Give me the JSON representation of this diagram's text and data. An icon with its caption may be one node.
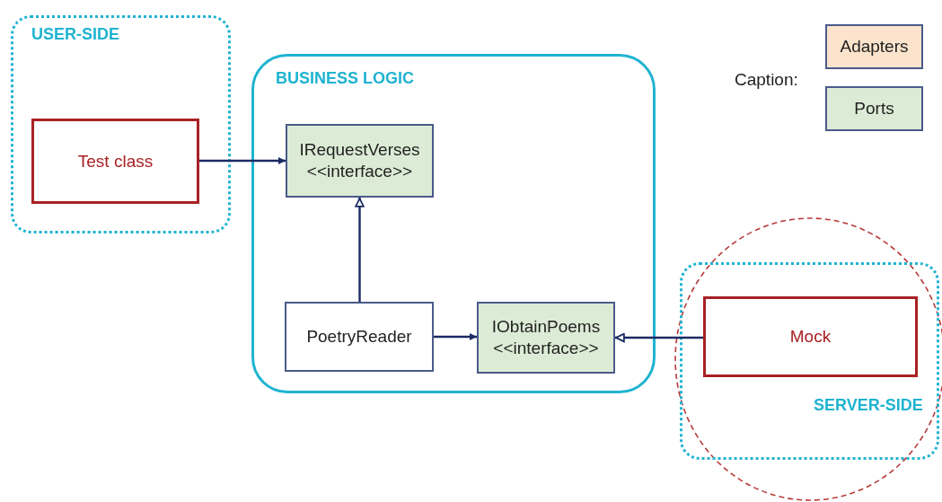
{
  "diagram": {
    "nodes": [
      {
        "text": [
          "USER-SIDE"
        ]
      },
      {
        "text": [
          "Test class"
        ],
        "in": 0
      },
      {
        "text": [
          "BUSINESS LOGIC"
        ]
      },
      {
        "text": [
          "IRequestVerses <<interface>>"
        ],
        "in": 2
      },
      {
        "text": [
          "PoetryReader"
        ],
        "in": 2
      },
      {
        "text": [
          "IObtainPoems <<interface>>"
        ],
        "in": 2
      },
      {
        "text": [
          "SERVER-SIDE"
        ]
      },
      {
        "text": [
          "Mock"
        ],
        "in": 6
      }
    ],
    "edges": [
      {
        "from": 1,
        "to": 3,
        "arrow": "to"
      },
      {
        "from": 4,
        "to": 3,
        "arrow": "to"
      },
      {
        "from": 4,
        "to": 5,
        "arrow": "to"
      },
      {
        "from": 7,
        "to": 5,
        "arrow": "to"
      }
    ],
    "labels": [
      "Caption:"
    ],
    "legend": [
      {
        "text": "Adapters",
        "color": "#fce4cc"
      },
      {
        "text": "Ports",
        "color": "#dcebd5"
      }
    ]
  }
}
